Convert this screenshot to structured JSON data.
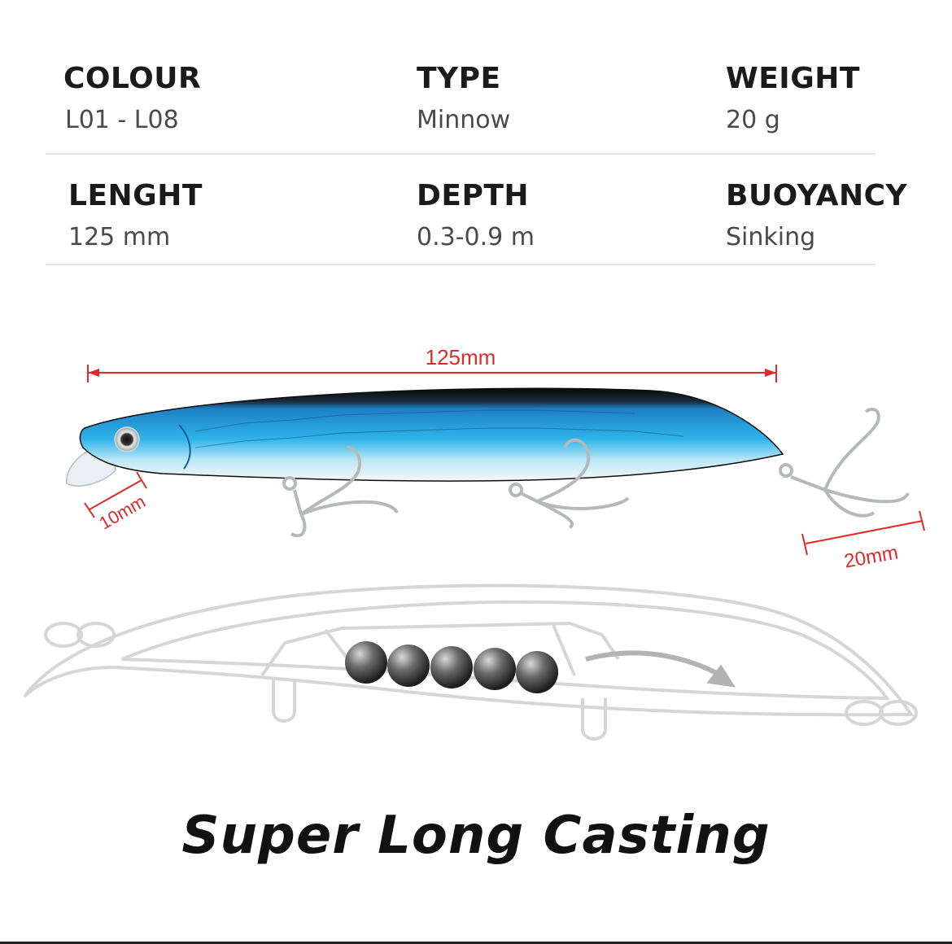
{
  "specs": {
    "colour": {
      "label": "COLOUR",
      "value": "L01 - L08"
    },
    "type": {
      "label": "TYPE",
      "value": "Minnow"
    },
    "weight": {
      "label": "WEIGHT",
      "value": "20 g"
    },
    "length": {
      "label": "LENGHT",
      "value": "125 mm"
    },
    "depth": {
      "label": "DEPTH",
      "value": "0.3-0.9 m"
    },
    "buoyancy": {
      "label": "BUOYANCY",
      "value": "Sinking"
    }
  },
  "dimensions": {
    "body_length": "125mm",
    "lip_length": "10mm",
    "hook_size": "20mm"
  },
  "tagline": "Super Long Casting",
  "colors": {
    "dimension_red": "#e02a2a",
    "lure_blue": "#2aa3e0",
    "lure_back": "#111111"
  }
}
